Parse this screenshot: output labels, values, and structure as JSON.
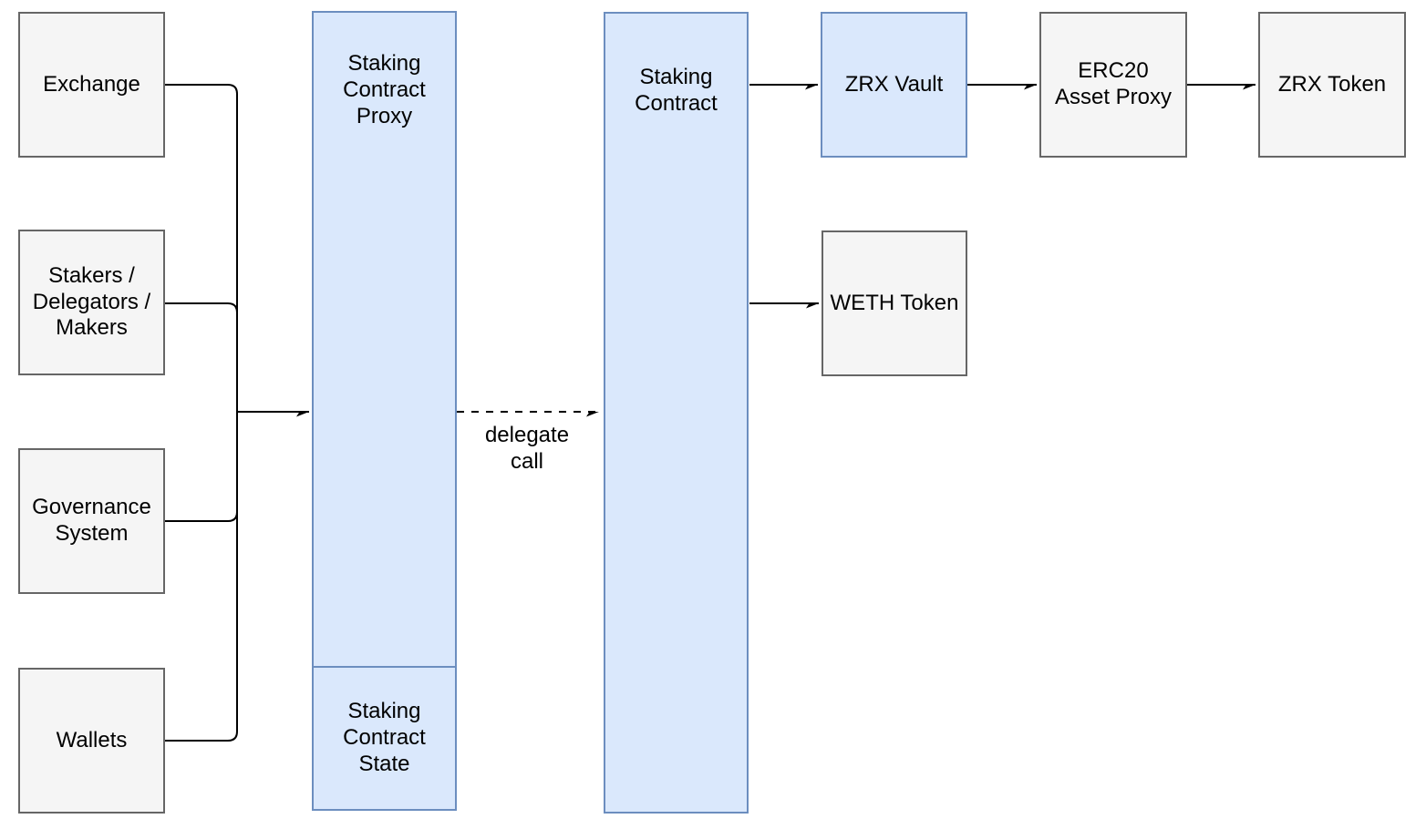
{
  "diagram": {
    "nodes": {
      "exchange": {
        "label": "Exchange"
      },
      "stakers": {
        "label": "Stakers /\nDelegators /\nMakers"
      },
      "governance": {
        "label": "Governance\nSystem"
      },
      "wallets": {
        "label": "Wallets"
      },
      "staking_contract_proxy": {
        "label": "Staking\nContract\nProxy"
      },
      "staking_contract_state": {
        "label": "Staking\nContract\nState"
      },
      "staking_contract": {
        "label": "Staking\nContract"
      },
      "zrx_vault": {
        "label": "ZRX Vault"
      },
      "weth_token": {
        "label": "WETH Token"
      },
      "erc20_asset_proxy": {
        "label": "ERC20\nAsset Proxy"
      },
      "zrx_token": {
        "label": "ZRX Token"
      }
    },
    "edges": {
      "delegate_call": {
        "label": "delegate\ncall",
        "style": "dashed"
      }
    },
    "colors": {
      "background": "#ffffff",
      "gray_node_fill": "#f5f5f5",
      "gray_node_border": "#666666",
      "blue_node_fill": "#dae8fc",
      "blue_node_border": "#6c8ebf",
      "edge_stroke": "#000000",
      "text": "#000000"
    }
  }
}
